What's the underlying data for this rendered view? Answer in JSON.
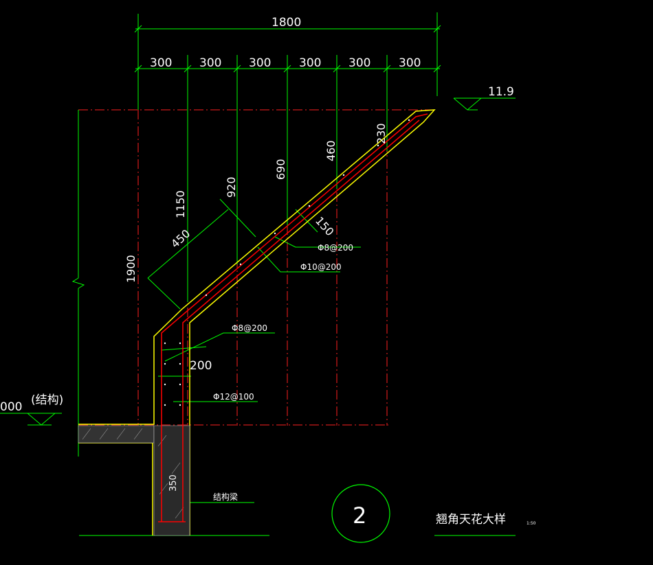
{
  "title": "翘角天花大样",
  "scale": "1:50",
  "detail_number": "2",
  "elevation_top": "11.9",
  "elevation_left": "000",
  "structure_note": "(结构)",
  "dims": {
    "total_width": "1800",
    "spans": [
      "300",
      "300",
      "300",
      "300",
      "300",
      "300"
    ],
    "height": "1900",
    "h1150": "1150",
    "h920": "920",
    "h690": "690",
    "h460": "460",
    "h230": "230",
    "slab_450": "450",
    "slab_150": "150",
    "thickness_200": "200",
    "beam_350": "350"
  },
  "rebar": {
    "r1": "Φ8@200",
    "r2": "Φ10@200",
    "r3": "Φ8@200",
    "r4": "Φ12@100"
  },
  "beam_label": "结构梁",
  "colors": {
    "background": "#000000",
    "dimension": "#00ff00",
    "grid": "#ff2020",
    "concrete_outline": "#ffff00",
    "rebar": "#ff0000",
    "text": "#ffffff"
  }
}
